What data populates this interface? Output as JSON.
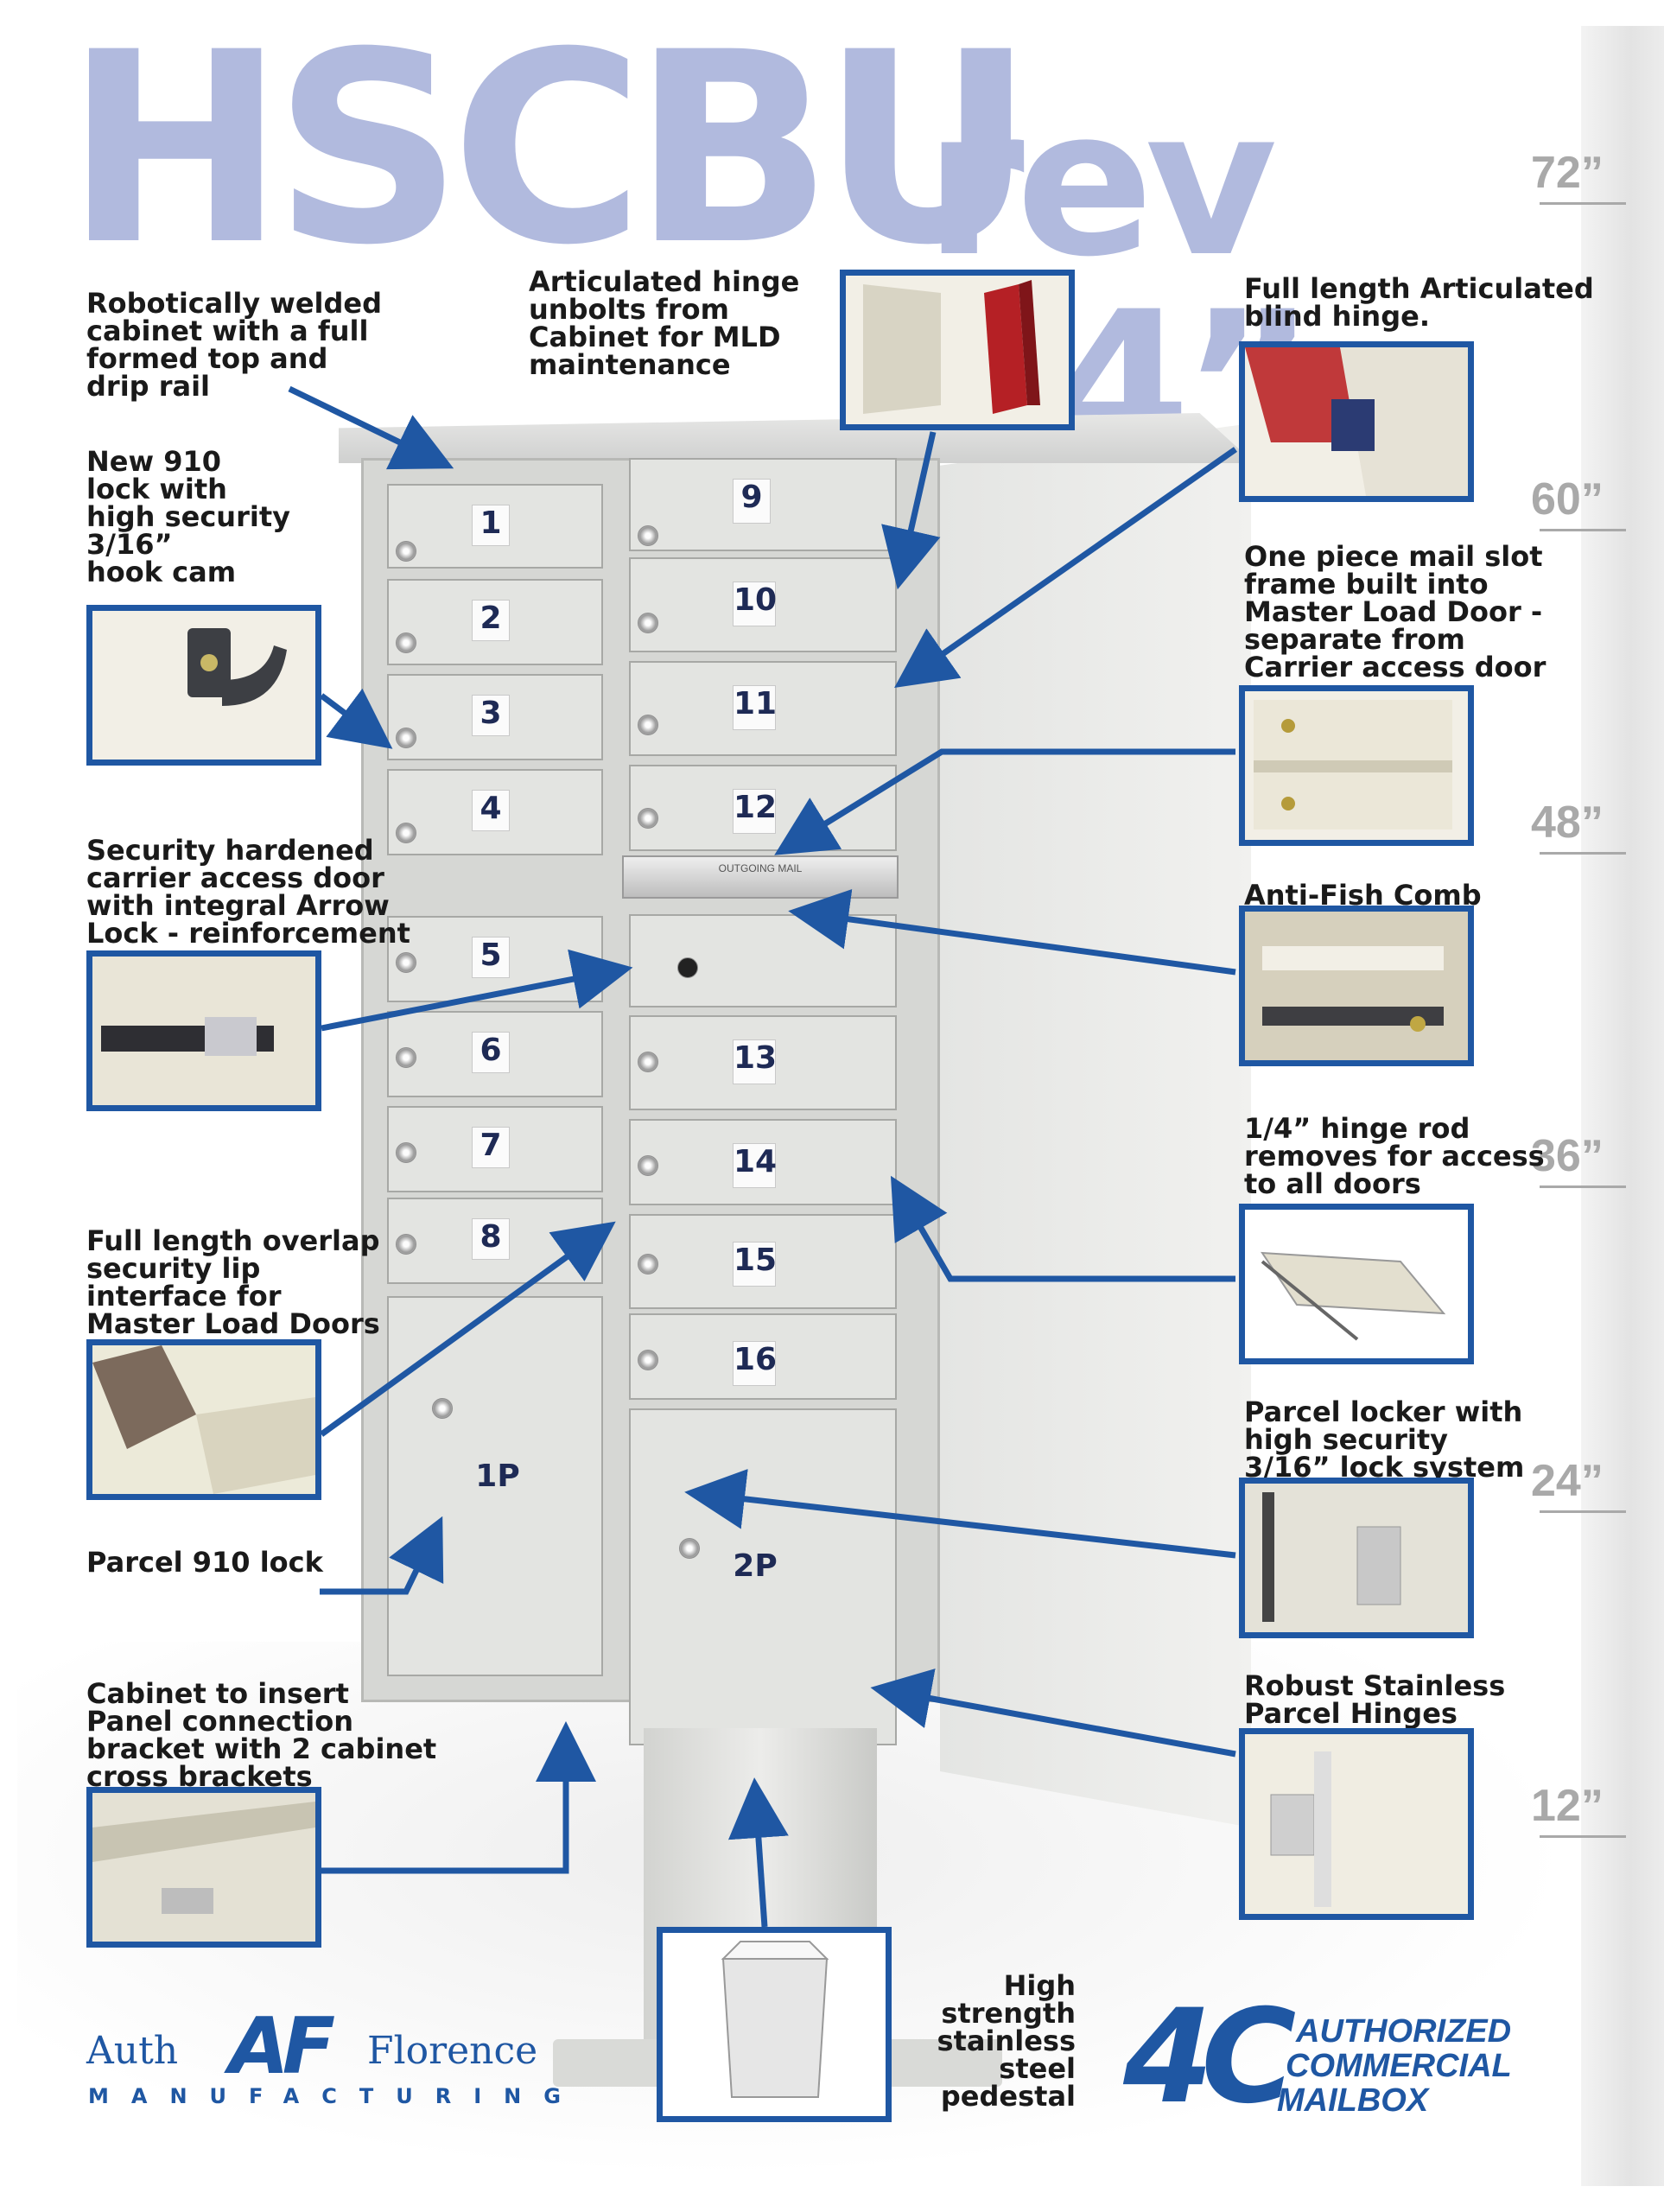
{
  "title": {
    "main": "HSCBU",
    "sub": "rev “4”"
  },
  "ruler": [
    "72”",
    "60”",
    "48”",
    "36”",
    "24”",
    "12”"
  ],
  "callouts": {
    "welded": "Robotically welded\ncabinet with a full\nformed top and\ndrip rail",
    "hinge_unbolts": "Articulated hinge\nunbolts from\nCabinet for MLD\nmaintenance",
    "blind_hinge": "Full length Articulated\nblind hinge.",
    "lock_910": "New 910\nlock with\nhigh security\n3/16”\nhook cam",
    "mail_slot": "One piece mail slot\nframe built into\nMaster Load Door -\nseparate from\nCarrier access door",
    "carrier_door": "Security hardened\ncarrier access door\nwith integral Arrow\nLock - reinforcement",
    "anti_fish": "Anti-Fish Comb",
    "hinge_rod": "1/4” hinge rod\nremoves for access\nto all doors",
    "overlap_lip": "Full length overlap\nsecurity lip\ninterface for\nMaster Load Doors",
    "parcel_locker": "Parcel locker with\nhigh security\n3/16” lock system",
    "parcel_lock": "Parcel 910 lock",
    "stainless_hinges": "Robust Stainless\nParcel Hinges",
    "bracket": "Cabinet to insert\nPanel connection\nbracket with 2 cabinet\ncross brackets",
    "pedestal": "High\nstrength\nstainless\nsteel\npedestal"
  },
  "cabinet": {
    "left_doors": [
      "1",
      "2",
      "3",
      "4",
      "5",
      "6",
      "7",
      "8"
    ],
    "right_doors": [
      "9",
      "10",
      "11",
      "12",
      "13",
      "14",
      "15",
      "16"
    ],
    "parcel": [
      "1P",
      "2P"
    ],
    "slot_label": "OUTGOING MAIL"
  },
  "brand": {
    "auth_florence": {
      "mark": "AF",
      "left": "Auth",
      "right": "Florence",
      "sub": "MANUFACTURING"
    },
    "fourc": {
      "mark": "4C",
      "line1": "AUTHORIZED",
      "line2": "COMMERCIAL",
      "line3": "MAILBOX"
    }
  },
  "colors": {
    "title": "#b1bade",
    "accent_blue": "#1f57a3",
    "ruler": "#a9a9a9",
    "text": "#1a1a1a"
  }
}
